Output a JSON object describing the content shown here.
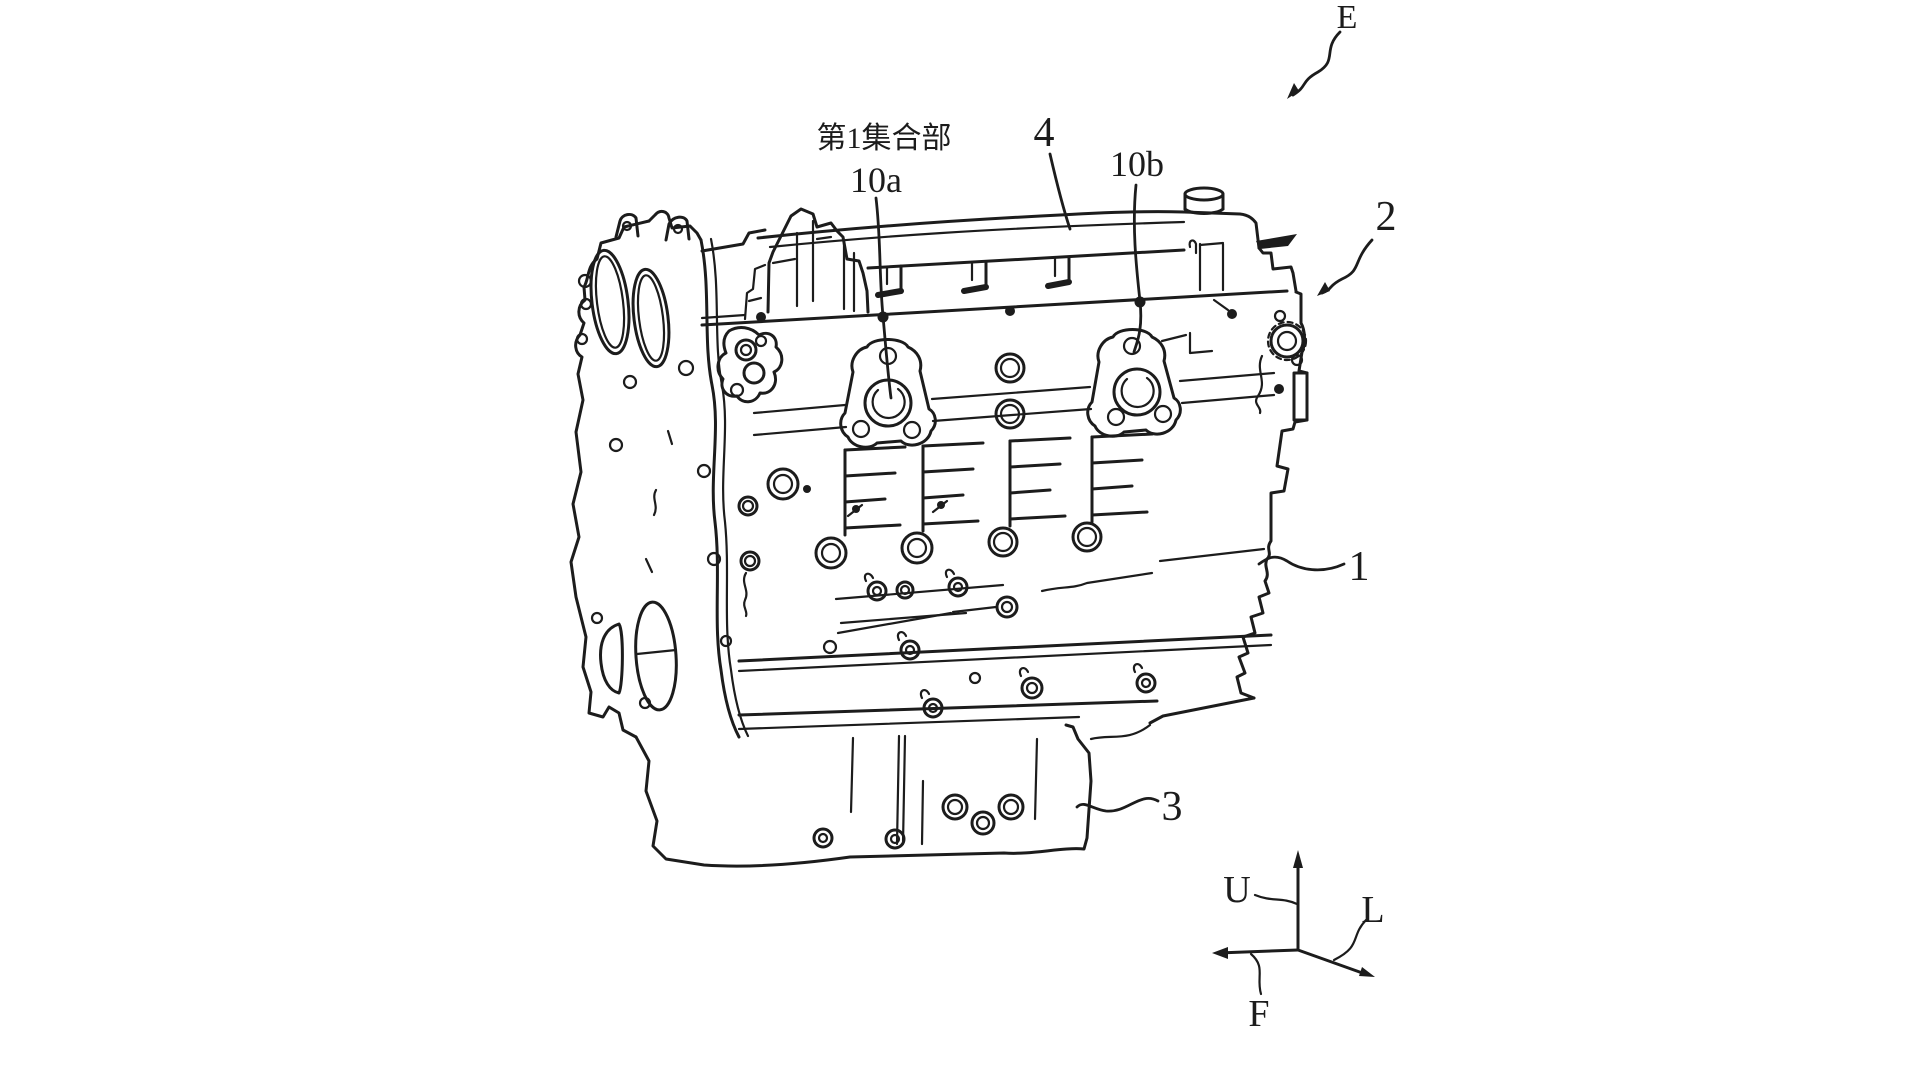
{
  "figure": {
    "background": "#ffffff",
    "line_color": "#1c1c1c",
    "labels": {
      "direction_e": "E",
      "assembly": "第1集合部",
      "ref_10a": "10a",
      "ref_4": "4",
      "ref_10b": "10b",
      "ref_2": "2",
      "ref_1": "1",
      "ref_3": "3"
    },
    "axes": {
      "up": "U",
      "left": "L",
      "front": "F"
    }
  }
}
